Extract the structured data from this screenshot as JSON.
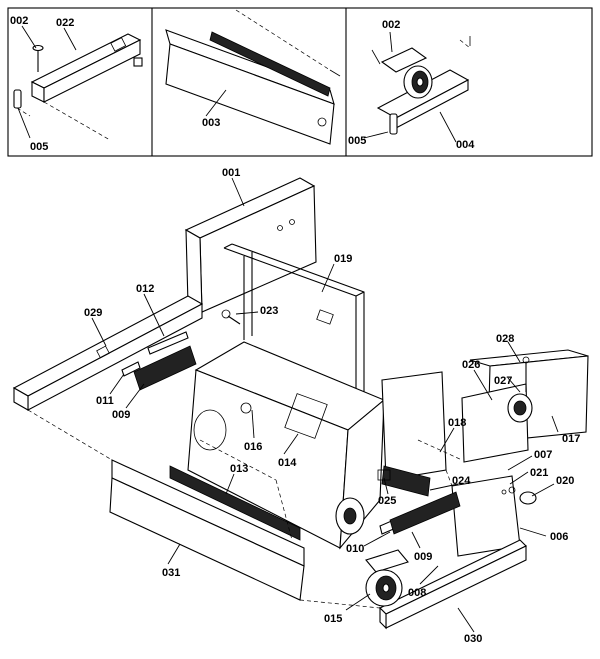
{
  "insets": [
    {
      "id": "inset-a",
      "labels": [
        "002",
        "022",
        "005"
      ]
    },
    {
      "id": "inset-b",
      "labels": [
        "003"
      ]
    },
    {
      "id": "inset-c",
      "labels": [
        "002",
        "005",
        "004"
      ]
    }
  ],
  "labels": {
    "l002a": "002",
    "l022": "022",
    "l005a": "005",
    "l003": "003",
    "l002b": "002",
    "l005b": "005",
    "l004": "004",
    "l001": "001",
    "l019": "019",
    "l012": "012",
    "l029": "029",
    "l023": "023",
    "l028": "028",
    "l026": "026",
    "l027": "027",
    "l011": "011",
    "l009a": "009",
    "l016": "016",
    "l014": "014",
    "l018": "018",
    "l017": "017",
    "l007": "007",
    "l021": "021",
    "l020": "020",
    "l013": "013",
    "l024": "024",
    "l025": "025",
    "l006": "006",
    "l031": "031",
    "l010": "010",
    "l009b": "009",
    "l008": "008",
    "l015": "015",
    "l030": "030"
  }
}
